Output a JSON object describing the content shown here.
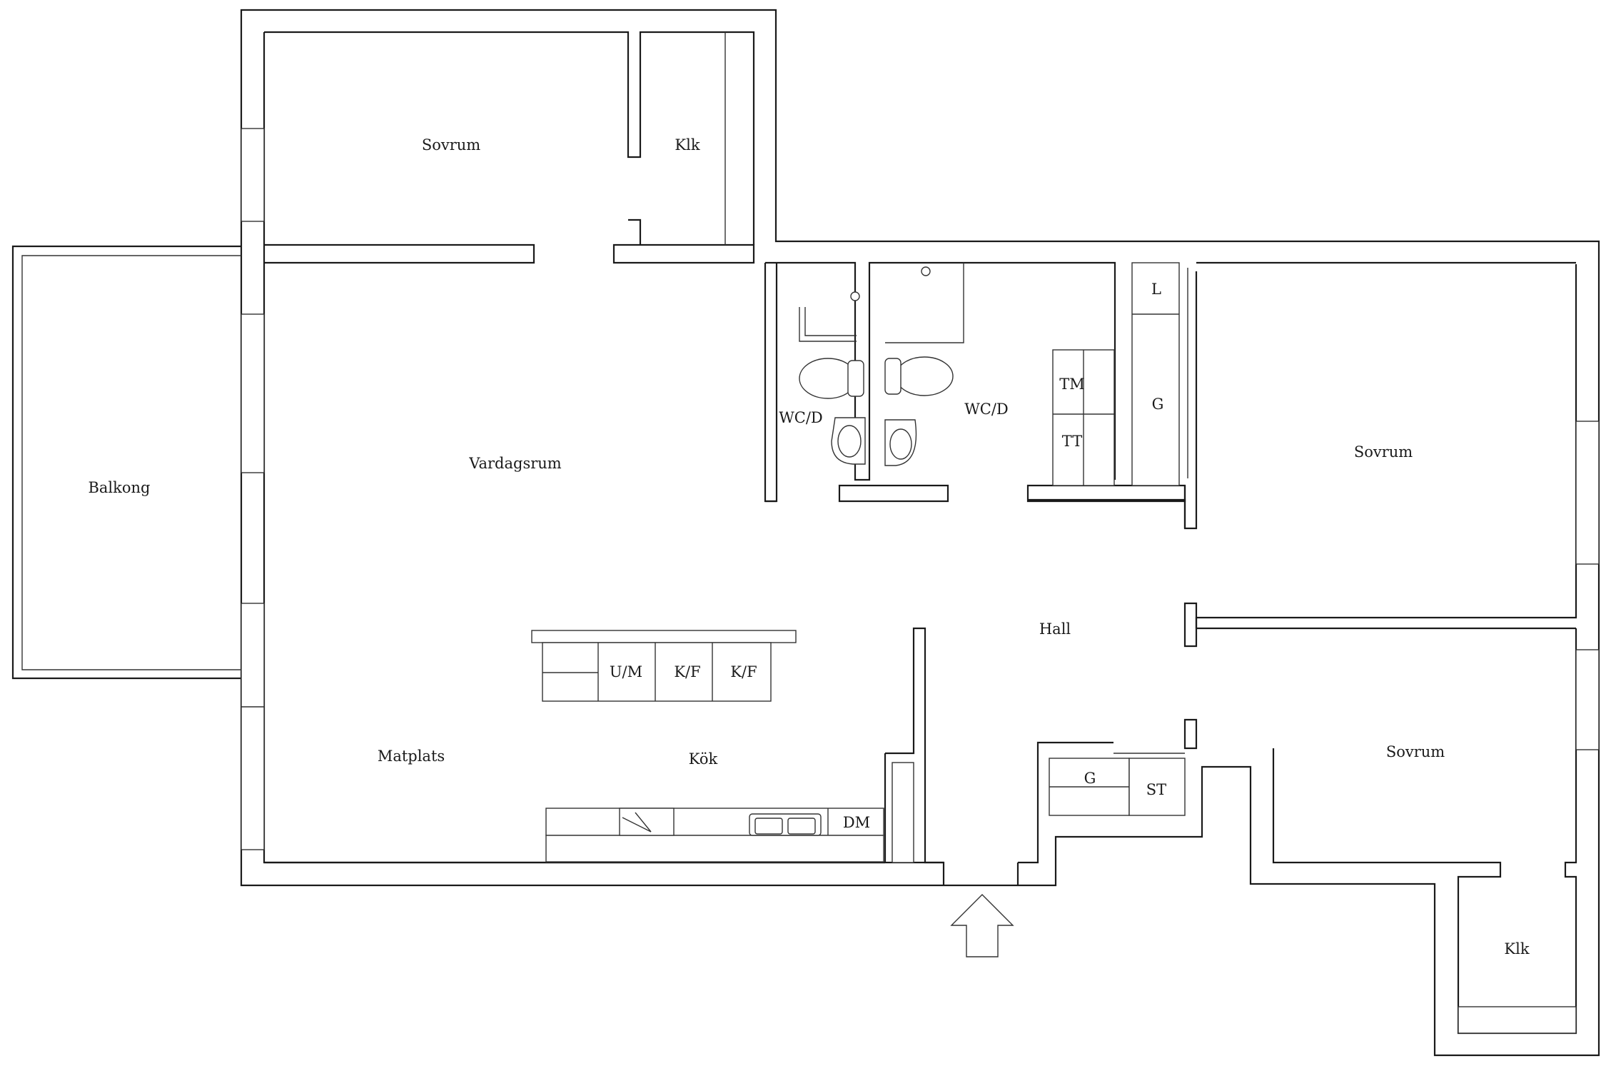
{
  "rooms": {
    "sovrum_top": "Sovrum",
    "klk_top": "Klk",
    "balkong": "Balkong",
    "vardagsrum": "Vardagsrum",
    "wc_left": "WC/D",
    "wc_right": "WC/D",
    "tm": "TM",
    "tt": "TT",
    "l": "L",
    "g_right": "G",
    "sovrum_right": "Sovrum",
    "hall": "Hall",
    "u_m": "U/M",
    "k_f_1": "K/F",
    "k_f_2": "K/F",
    "matplats": "Matplats",
    "kok": "Kök",
    "dm": "DM",
    "g_hall": "G",
    "st": "ST",
    "sovrum_bottom": "Sovrum",
    "klk_bottom": "Klk"
  }
}
